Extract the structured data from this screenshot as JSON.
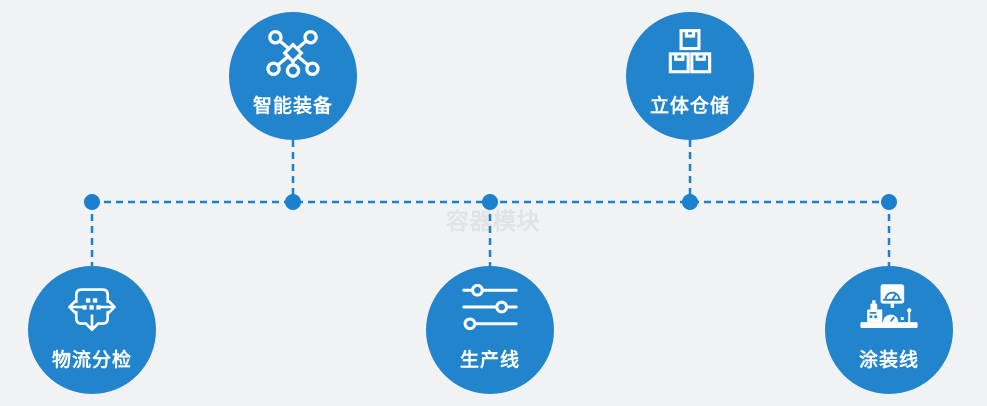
{
  "diagram": {
    "watermark": "容器模块",
    "colors": {
      "background": "#f1f2f4",
      "node_blue": "#2184cc",
      "connector_blue": "#1b80cd",
      "icon_white": "#ffffff",
      "watermark_gray": "#e1e3e6"
    },
    "nodes": [
      {
        "id": "smart-equipment",
        "label": "智能装备",
        "icon": "network-nodes-icon",
        "position": "top-left"
      },
      {
        "id": "warehouse",
        "label": "立体仓储",
        "icon": "stacked-boxes-icon",
        "position": "top-right"
      },
      {
        "id": "logistics-sorting",
        "label": "物流分检",
        "icon": "sort-dispatch-arrows-icon",
        "position": "bottom-left"
      },
      {
        "id": "production-line",
        "label": "生产线",
        "icon": "sliders-icon",
        "position": "bottom-center"
      },
      {
        "id": "painting-line",
        "label": "涂装线",
        "icon": "control-station-icon",
        "position": "bottom-right"
      }
    ],
    "connector_style": "dashed lines with round junction dots"
  }
}
